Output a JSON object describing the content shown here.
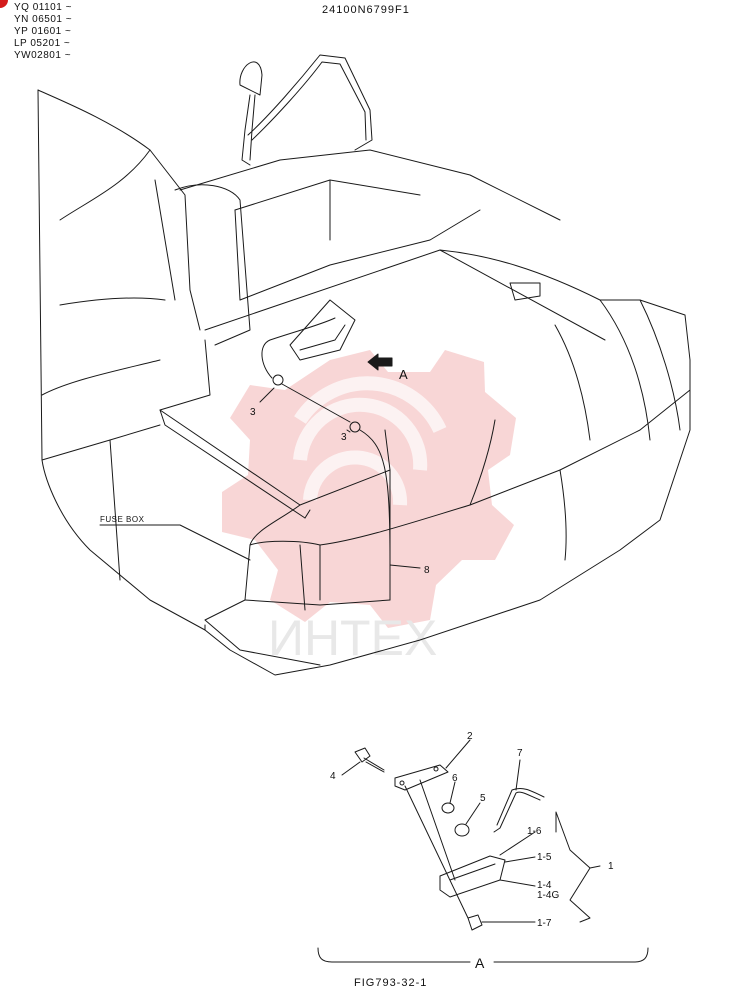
{
  "sheet": {
    "header_code": "24100N6799F1",
    "serial_ranges": [
      "YQ 01101 ~",
      "YN 06501 ~",
      "YP 01601 ~",
      "LP 05201 ~",
      "YW02801 ~"
    ],
    "figure_caption": "FIG793-32-1",
    "watermark_text": "ИНТЕХ"
  },
  "callouts": {
    "view_arrow": "A",
    "lamp_clip_left": "3",
    "lamp_clip_right": "3",
    "harness": "8",
    "fuse_box": "FUSE BOX"
  },
  "detail": {
    "label": "A",
    "parts": {
      "p2": "2",
      "p4": "4",
      "p5": "5",
      "p6": "6",
      "p7": "7",
      "p1": "1",
      "p1_6": "1-6",
      "p1_5": "1-5",
      "p1_4": "1-4",
      "p1_4g": "1-4G",
      "p1_7": "1-7"
    }
  },
  "colors": {
    "line": "#1a1a1a",
    "watermark": "#f2b4b4",
    "badge": "#d41c1c"
  }
}
